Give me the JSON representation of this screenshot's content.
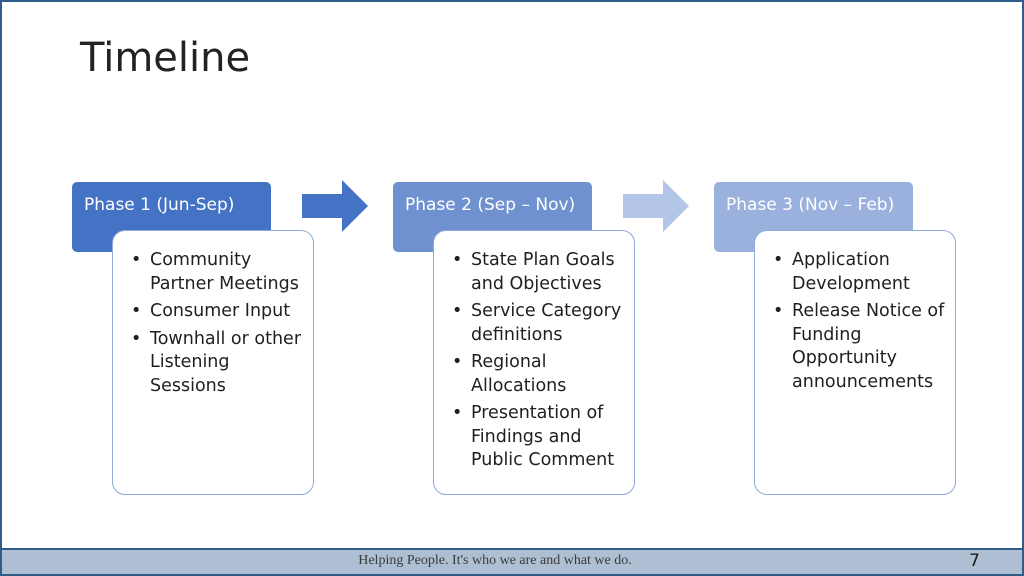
{
  "title": "Timeline",
  "phases": [
    {
      "label": "Phase 1 (Jun-Sep)",
      "items": [
        "Community Partner Meetings",
        "Consumer Input",
        "Townhall or other Listening Sessions"
      ]
    },
    {
      "label": "Phase 2 (Sep – Nov)",
      "items": [
        "State Plan Goals and Objectives",
        "Service Category definitions",
        "Regional Allocations",
        "Presentation of Findings and Public Comment"
      ]
    },
    {
      "label": "Phase 3 (Nov – Feb)",
      "items": [
        "Application Development",
        "Release Notice of Funding Opportunity announcements"
      ]
    }
  ],
  "colors": {
    "phase1_header": "#4472c4",
    "phase2_header": "#6f91cf",
    "phase3_header": "#9ab0dd",
    "arrow1": "#4472c4",
    "arrow2": "#b4c6e7",
    "box_border": "#8eaadb",
    "slide_border": "#2f5c88",
    "footer_bg": "#aebfd4"
  },
  "footer": {
    "tagline": "Helping People.  It's who we are and what we do.",
    "page_number": "7"
  }
}
